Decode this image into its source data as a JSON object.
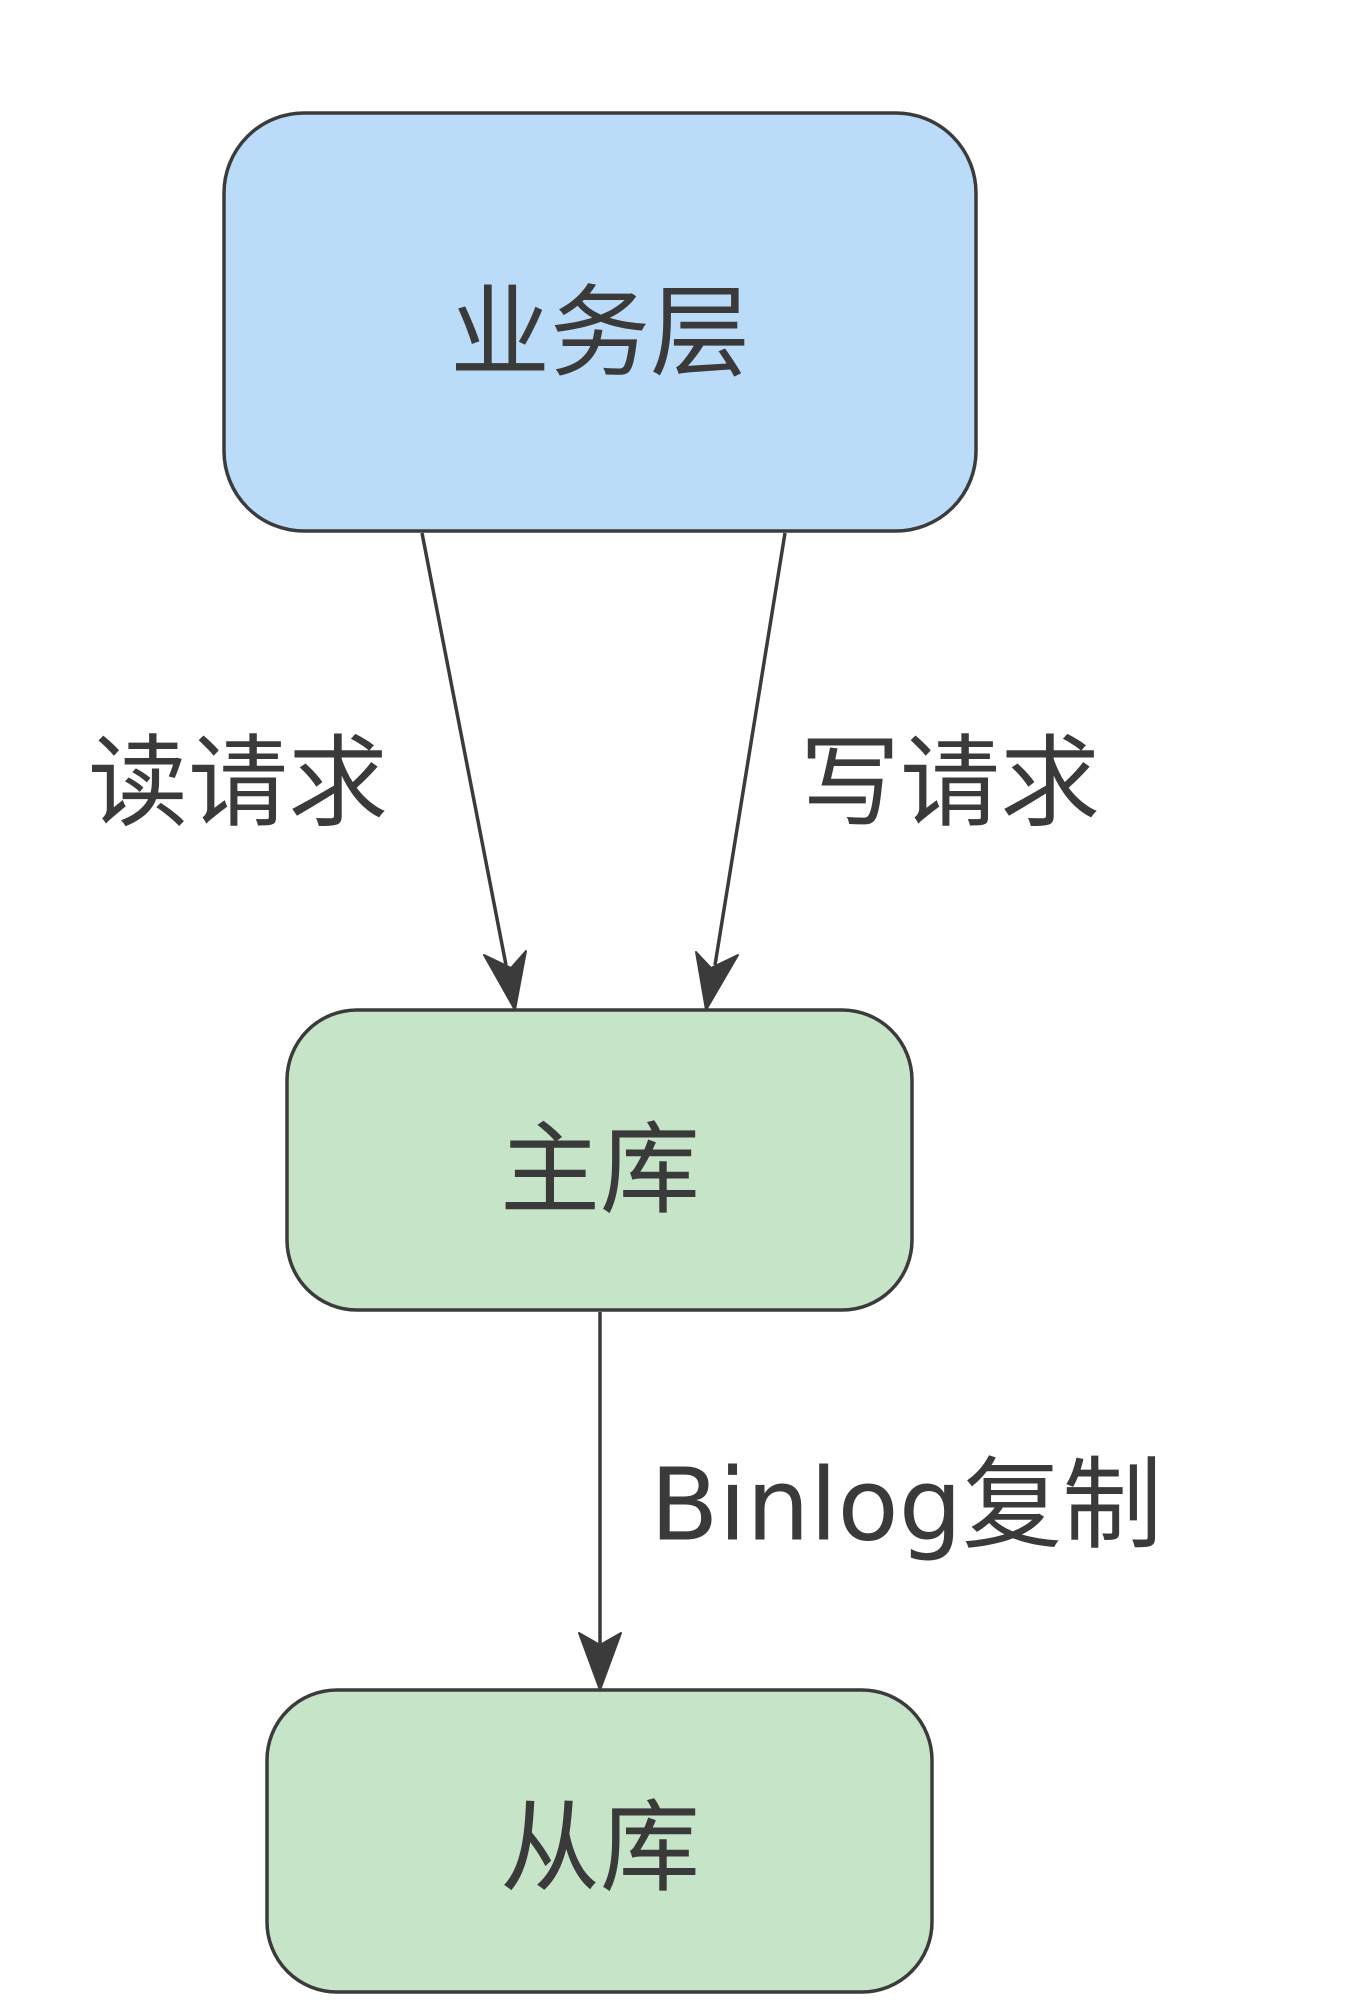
{
  "colors": {
    "service_fill": "#bbdcf8",
    "db_fill": "#c6e4c8",
    "stroke": "#3b3b3b",
    "text": "#3a3a3a"
  },
  "nodes": {
    "service": {
      "label": "业务层"
    },
    "master": {
      "label": "主库"
    },
    "slave": {
      "label": "从库"
    }
  },
  "edges": {
    "read": {
      "label": "读请求"
    },
    "write": {
      "label": "写请求"
    },
    "binlog": {
      "label": "Binlog复制"
    }
  }
}
